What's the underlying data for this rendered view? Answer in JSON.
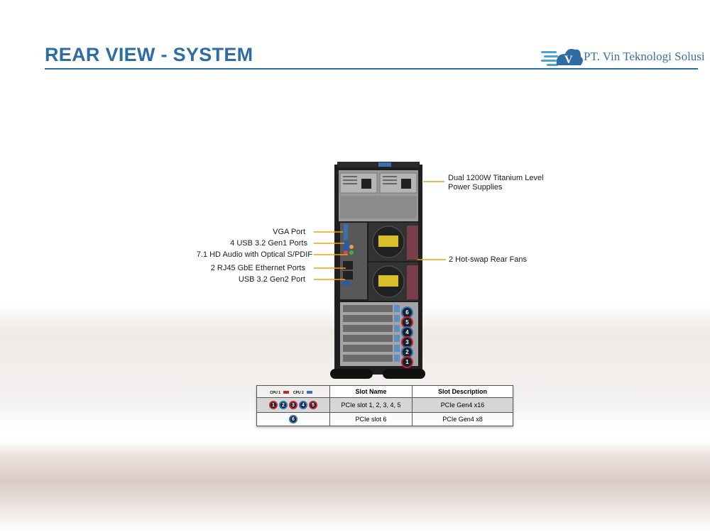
{
  "header": {
    "title": "REAR VIEW - SYSTEM",
    "brand": "PT. Vin Teknologi Solusi",
    "logo_letter": "V"
  },
  "callouts": {
    "power_supplies": [
      "Dual 1200W Titanium Level",
      "Power Supplies"
    ],
    "vga_port": "VGA Port",
    "usb_gen1": "4 USB 3.2 Gen1 Ports",
    "hd_audio": "7.1 HD Audio with Optical S/PDIF",
    "rj45": "2 RJ45 GbE Ethernet Ports",
    "usb_gen2": "USB 3.2 Gen2 Port",
    "rear_fans": "2 Hot-swap Rear Fans"
  },
  "slot_markers": [
    "6",
    "5",
    "4",
    "3",
    "2",
    "1"
  ],
  "slot_table": {
    "legend_cpu1": "CPU 1",
    "legend_cpu2": "CPU 2",
    "headers": [
      "Slot Name",
      "Slot Description"
    ],
    "rows": [
      {
        "chips": [
          "1",
          "2",
          "3",
          "4",
          "5"
        ],
        "slot_name": "PCIe slot 1, 2, 3, 4, 5",
        "slot_description": "PCIe Gen4 x16"
      },
      {
        "chips": [
          "6"
        ],
        "slot_name": "PCIe slot 6",
        "slot_description": "PCIe Gen4 x8"
      }
    ]
  },
  "colors": {
    "accent": "#2e6ca4",
    "leader": "#f0a010",
    "cpu1": "#c4262e",
    "cpu2": "#2f74c0"
  }
}
